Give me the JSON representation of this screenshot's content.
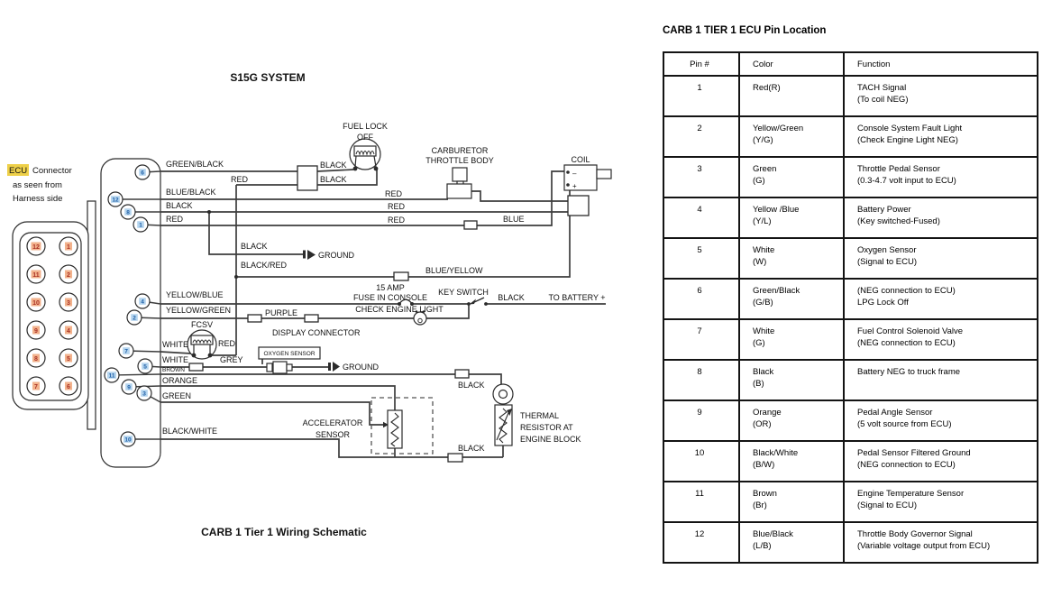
{
  "schematic": {
    "title": "S15G SYSTEM",
    "caption": "CARB 1 Tier 1 Wiring Schematic",
    "note": {
      "highlight": "ECU",
      "rest": "Connector",
      "line2": "as seen from",
      "line3": "Harness side"
    },
    "connector_pins_left": [
      "12",
      "11",
      "10",
      "9",
      "8",
      "7"
    ],
    "connector_pins_right": [
      "1",
      "2",
      "3",
      "4",
      "5",
      "6"
    ],
    "ecu_pins": {
      "p6": "6",
      "p12": "12",
      "p8": "8",
      "p1": "1",
      "p4": "4",
      "p2": "2",
      "p7": "7",
      "p5": "5",
      "p11": "11",
      "p9": "9",
      "p3": "3",
      "p10": "10"
    },
    "labels": {
      "green_black": "GREEN/BLACK",
      "black_1": "BLACK",
      "black_2": "BLACK",
      "red_1": "RED",
      "red_2": "RED",
      "red_3": "RED",
      "red_4": "RED",
      "red_5": "RED",
      "blue_black": "BLUE/BLACK",
      "black_3": "BLACK",
      "blue": "BLUE",
      "fuel_lock": "FUEL LOCK",
      "off": "OFF",
      "carburetor": "CARBURETOR",
      "throttle_body": "THROTTLE BODY",
      "coil": "COIL",
      "coil_minus": "–",
      "coil_plus": "+",
      "black_4": "BLACK",
      "black_red": "BLACK/RED",
      "ground_1": "GROUND",
      "blue_yellow": "BLUE/YELLOW",
      "amp": "15 AMP",
      "fuse": "FUSE IN CONSOLE",
      "key_switch": "KEY SWITCH",
      "black_5": "BLACK",
      "to_battery": "TO BATTERY +",
      "check_engine": "CHECK ENGINE LIGHT",
      "yellow_blue": "YELLOW/BLUE",
      "yellow_green": "YELLOW/GREEN",
      "purple": "PURPLE",
      "display_connector": "DISPLAY CONNECTOR",
      "fcsv": "FCSV",
      "white_1": "WHITE",
      "red_fcsv": "RED",
      "white_2": "WHITE",
      "grey": "GREY",
      "oxygen_sensor": "OXYGEN SENSOR",
      "ground_2": "GROUND",
      "brown": "BROWN",
      "orange": "ORANGE",
      "green": "GREEN",
      "black_white": "BLACK/WHITE",
      "accelerator": "ACCELERATOR",
      "sensor": "SENSOR",
      "black_6": "BLACK",
      "black_7": "BLACK",
      "thermal_1": "THERMAL",
      "thermal_2": "RESISTOR AT",
      "thermal_3": "ENGINE BLOCK"
    },
    "colors": {
      "note_highlight": "#eed049",
      "connector_pin_bg": "#f2b28c",
      "connector_pin_text": "#a93226",
      "ecu_pin_bg": "#b5d5ee",
      "ecu_pin_text": "#2060a8",
      "wire": "#3d3d3d"
    }
  },
  "table": {
    "title": "CARB 1 TIER 1 ECU Pin Location",
    "headers": [
      "Pin #",
      "Color",
      "Function"
    ],
    "rows": [
      {
        "pin": "1",
        "color": "Red(R)",
        "color2": "",
        "func1": "TACH Signal",
        "func2": "(To coil NEG)"
      },
      {
        "pin": "2",
        "color": "Yellow/Green",
        "color2": "(Y/G)",
        "func1": "Console System Fault Light",
        "func2": "(Check Engine Light NEG)"
      },
      {
        "pin": "3",
        "color": "Green",
        "color2": "(G)",
        "func1": "Throttle Pedal Sensor",
        "func2": "(0.3-4.7 volt input to ECU)"
      },
      {
        "pin": "4",
        "color": "Yellow /Blue",
        "color2": "(Y/L)",
        "func1": "Battery Power",
        "func2": "(Key switched-Fused)"
      },
      {
        "pin": "5",
        "color": "White",
        "color2": "(W)",
        "func1": "Oxygen Sensor",
        "func2": "(Signal to ECU)"
      },
      {
        "pin": "6",
        "color": "Green/Black",
        "color2": "(G/B)",
        "func1": "(NEG connection to ECU)",
        "func2": "LPG Lock Off"
      },
      {
        "pin": "7",
        "color": "White",
        "color2": "(G)",
        "func1": "Fuel Control Solenoid Valve",
        "func2": "(NEG connection to ECU)"
      },
      {
        "pin": "8",
        "color": "Black",
        "color2": "(B)",
        "func1": "Battery NEG to truck frame",
        "func2": ""
      },
      {
        "pin": "9",
        "color": "Orange",
        "color2": "(OR)",
        "func1": "Pedal Angle Sensor",
        "func2": "(5 volt source from ECU)"
      },
      {
        "pin": "10",
        "color": "Black/White",
        "color2": "(B/W)",
        "func1": "Pedal Sensor Filtered Ground",
        "func2": "(NEG connection to ECU)"
      },
      {
        "pin": "11",
        "color": "Brown",
        "color2": "(Br)",
        "func1": "Engine Temperature Sensor",
        "func2": "(Signal to ECU)"
      },
      {
        "pin": "12",
        "color": "Blue/Black",
        "color2": "(L/B)",
        "func1": "Throttle Body Governor Signal",
        "func2": "(Variable voltage output from ECU)"
      }
    ]
  }
}
